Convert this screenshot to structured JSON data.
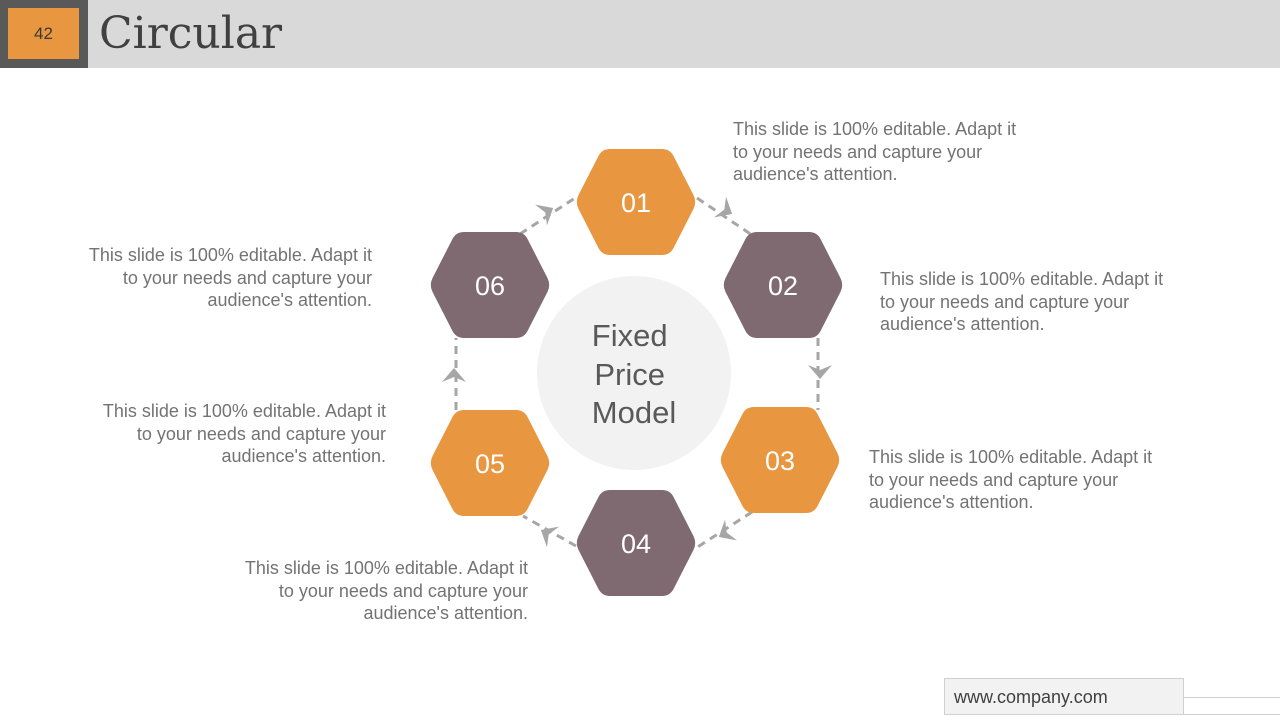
{
  "slide": {
    "number": "42",
    "title": "Circular"
  },
  "diagram": {
    "center_label": [
      "Fixed",
      "Price",
      "Model"
    ],
    "steps": [
      {
        "label": "01",
        "color": "#e8963f",
        "description": "This slide is 100% editable. Adapt it to your needs and capture your audience's attention."
      },
      {
        "label": "02",
        "color": "#7f6a71",
        "description": "This slide is 100% editable. Adapt it to your needs and capture your audience's attention."
      },
      {
        "label": "03",
        "color": "#e8963f",
        "description": "This slide is 100% editable. Adapt it to your needs and capture your audience's attention."
      },
      {
        "label": "04",
        "color": "#7f6a71",
        "description": "This slide is 100% editable. Adapt it to your needs and capture your audience's attention."
      },
      {
        "label": "05",
        "color": "#e8963f",
        "description": "This slide is 100% editable. Adapt it to your needs and capture your audience's attention."
      },
      {
        "label": "06",
        "color": "#7f6a71",
        "description": "This slide is 100% editable. Adapt it to your needs and capture your audience's attention."
      }
    ],
    "center_color": "#f2f2f2",
    "connector_color": "#a6a6a6"
  },
  "footer": {
    "url": "www.company.com"
  }
}
